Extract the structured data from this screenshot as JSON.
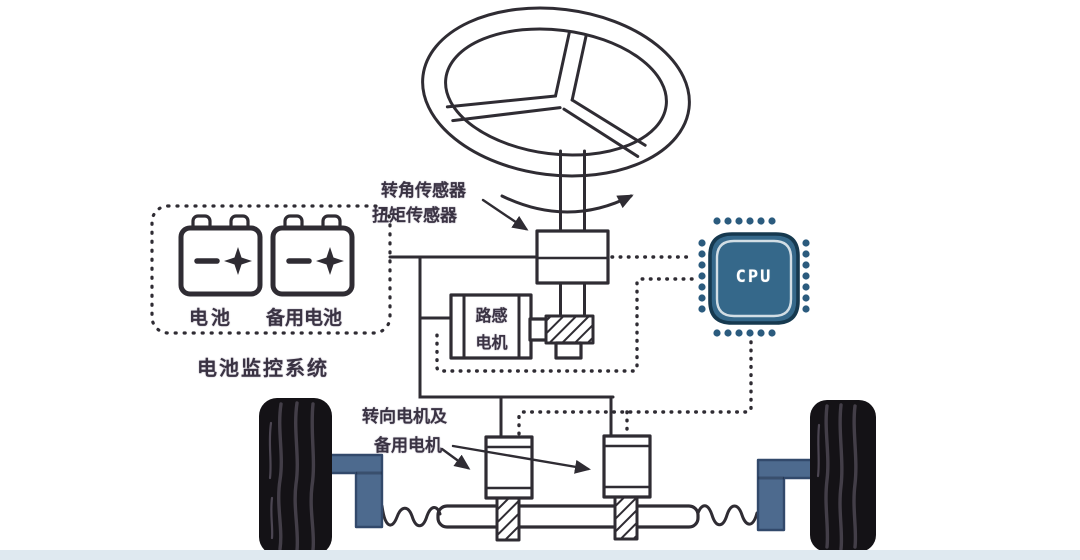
{
  "diagram": {
    "steering_sensor_label": {
      "line1": "转角传感器",
      "line2": "扭矩传感器"
    },
    "road_feel_motor_label": {
      "line1": "路感",
      "line2": "电机"
    },
    "battery_label": "电池",
    "backup_battery_label": "备用电池",
    "battery_monitoring_system_label": "电池监控系统",
    "steering_motor_label": {
      "line1": "转向电机及",
      "line2": "备用电机"
    },
    "cpu_label": "CPU"
  },
  "icons": {
    "steering_wheel": "steering-wheel-icon",
    "battery": "battery-icon",
    "backup_battery": "backup-battery-icon",
    "cpu_chip": "cpu-chip-icon",
    "tire_left": "tire-left-icon",
    "tire_right": "tire-right-icon",
    "spring": "coil-spring-icon",
    "worm_gear": "hatched-worm-gear-icon",
    "rotation_arrow": "rotation-arrow-icon"
  },
  "colors": {
    "line": "#2f2c33",
    "text": "#3a3343",
    "cpu_body": "#35688a",
    "cpu_border": "#16394f",
    "cpu_pin": "#2b5b7e",
    "knuckle": "#4d6a8e",
    "knuckle_edge": "#32496b",
    "tire": "#141216",
    "tire_groove": "#46414b",
    "footer_strip": "#dfe9f0"
  }
}
